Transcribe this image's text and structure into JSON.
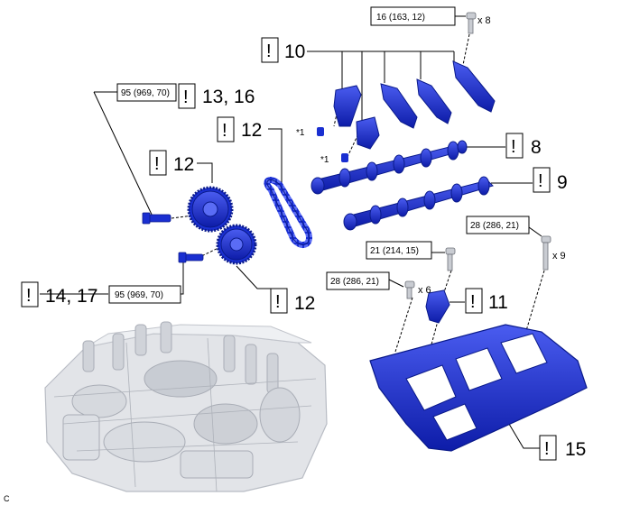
{
  "torque_specs": [
    {
      "id": "t1",
      "text": "16 (163, 12)"
    },
    {
      "id": "t2",
      "text": "95 (969, 70)"
    },
    {
      "id": "t3",
      "text": "95 (969, 70)"
    },
    {
      "id": "t4",
      "text": "28 (286, 21)"
    },
    {
      "id": "t5",
      "text": "21 (214, 15)"
    },
    {
      "id": "t6",
      "text": "28 (286, 21)"
    }
  ],
  "quantities": {
    "q1": "x 8",
    "q2": "x 9",
    "q3": "x 6"
  },
  "callouts": {
    "c10": "10",
    "c13_16": "13, 16",
    "c12a": "12",
    "c12b": "12",
    "c8": "8",
    "c9": "9",
    "c14_17": "14, 17",
    "c12c": "12",
    "c11": "11",
    "c15": "15"
  },
  "caution_symbol": "!",
  "star_labels": {
    "s1": "*1",
    "s2": "*1"
  },
  "figure_code": "C",
  "colors": {
    "part_blue": "#1a2fd1",
    "part_dark": "#0a1a8a",
    "engine_gray": "#d8dade"
  }
}
